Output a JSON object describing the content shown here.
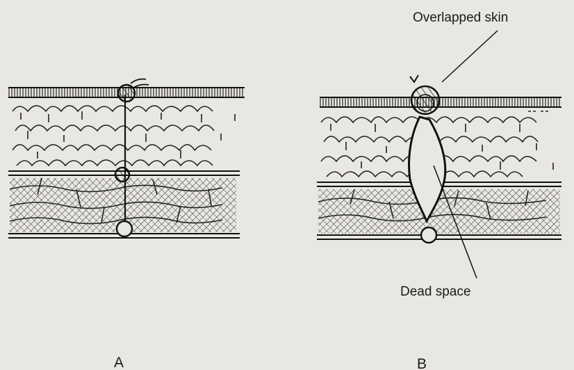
{
  "figure": {
    "panel_a_label": "A",
    "panel_b_label": "B",
    "annotations": {
      "overlapped_skin": "Overlapped skin",
      "dead_space": "Dead space"
    },
    "colors": {
      "paper": "#e9e7e1",
      "ink": "#1a1a1a"
    }
  }
}
